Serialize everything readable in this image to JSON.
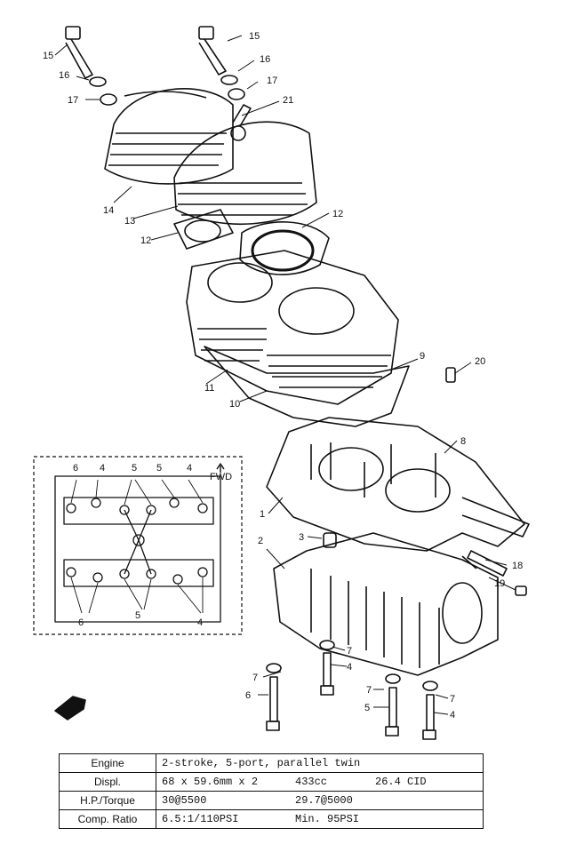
{
  "diagram": {
    "callouts": [
      "15",
      "16",
      "17",
      "15",
      "16",
      "17",
      "21",
      "14",
      "13",
      "12",
      "12",
      "11",
      "10",
      "9",
      "20",
      "8",
      "1",
      "2",
      "3",
      "18",
      "19",
      "7",
      "4",
      "7",
      "6",
      "7",
      "5",
      "7",
      "4"
    ],
    "inset": {
      "direction": "FWD",
      "callouts": [
        "6",
        "4",
        "5",
        "5",
        "4",
        "6",
        "5",
        "4"
      ]
    }
  },
  "specs": {
    "rows": [
      {
        "label": "Engine",
        "values": [
          "2-stroke, 5-port, parallel twin"
        ]
      },
      {
        "label": "Displ.",
        "values": [
          "68 x 59.6mm x 2",
          "433cc",
          "26.4 CID"
        ]
      },
      {
        "label": "H.P./Torque",
        "values": [
          "30@5500",
          "29.7@5000"
        ]
      },
      {
        "label": "Comp. Ratio",
        "values": [
          "6.5:1/110PSI",
          "Min. 95PSI"
        ]
      }
    ]
  }
}
